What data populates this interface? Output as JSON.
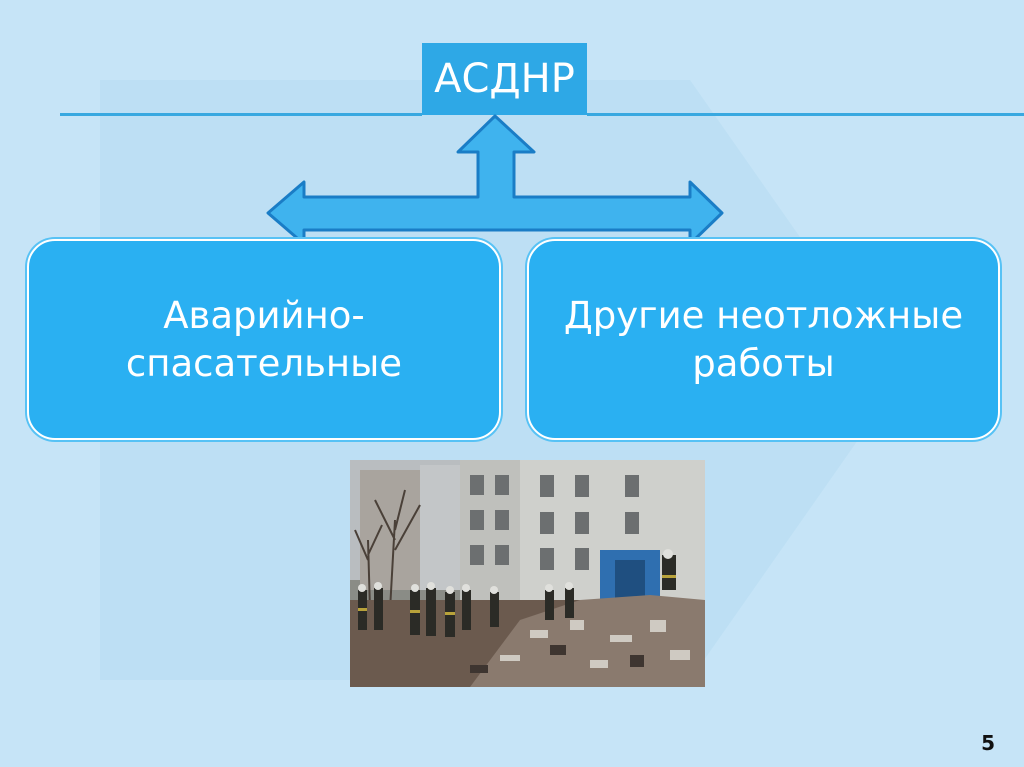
{
  "title": "АСДНР",
  "left_box": {
    "line1": "Аварийно-",
    "line2": "спасательные"
  },
  "right_box": {
    "line1": "Другие неотложные",
    "line2": "работы"
  },
  "photo": {
    "icon": "rescue-workers-rubble-photo"
  },
  "page_number": "5",
  "colors": {
    "background": "#c6e4f7",
    "accent": "#2ab0f2",
    "title_box": "#2ea8e6",
    "rule": "#38a8e0",
    "arrow_fill": "#3fb3ee",
    "arrow_stroke": "#1a7dc6"
  }
}
